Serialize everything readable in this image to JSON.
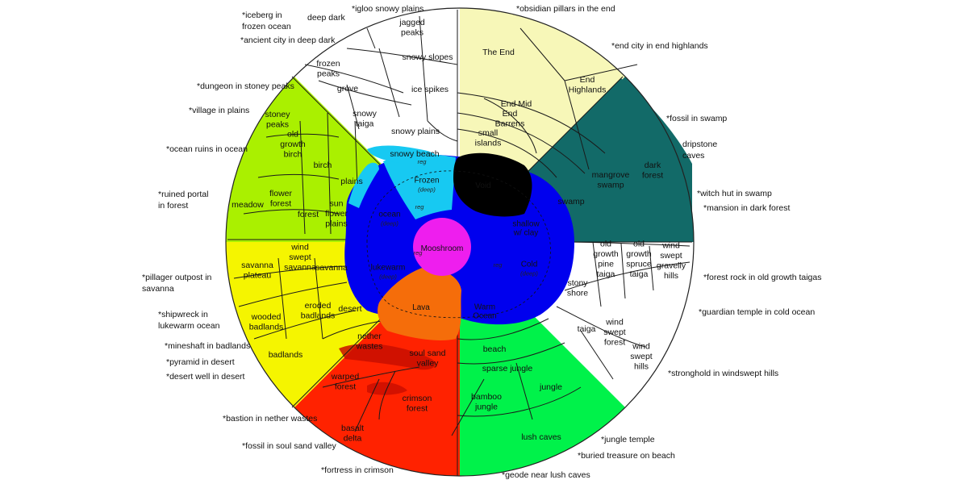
{
  "colors": {
    "end": "#f7f7b8",
    "swamp": "#126a68",
    "taiga_white": "#ffffff",
    "jungle": "#00f24a",
    "nether": "#ff2200",
    "nether_dark": "#c80e00",
    "badlands": "#f5f500",
    "plains": "#aaf000",
    "ocean_blue": "#0000ee",
    "frozen": "#17c9f2",
    "void": "#000000",
    "mooshroom": "#ee1eee",
    "lava": "#f56d0a"
  },
  "sectors": [
    {
      "id": "end",
      "color_key": "end",
      "a1": 0,
      "a2": 45
    },
    {
      "id": "swamp",
      "color_key": "swamp",
      "a1": 45,
      "a2": 90
    },
    {
      "id": "taiga",
      "color_key": "taiga_white",
      "a1": 90,
      "a2": 135
    },
    {
      "id": "jungle",
      "color_key": "jungle",
      "a1": 135,
      "a2": 180
    },
    {
      "id": "nether",
      "color_key": "nether",
      "a1": 180,
      "a2": 225
    },
    {
      "id": "badlands",
      "color_key": "badlands",
      "a1": 225,
      "a2": 270
    },
    {
      "id": "plains",
      "color_key": "plains",
      "a1": 270,
      "a2": 315
    },
    {
      "id": "snowy",
      "color_key": "taiga_white",
      "a1": 315,
      "a2": 360
    }
  ],
  "biomes": [
    {
      "id": "the-end",
      "lines": [
        "The End"
      ]
    },
    {
      "id": "end-highlands",
      "lines": [
        "End",
        "Highlands"
      ]
    },
    {
      "id": "end-midlands",
      "lines": [
        "End Mid"
      ]
    },
    {
      "id": "end-barrens",
      "lines": [
        "End",
        "Barrens"
      ]
    },
    {
      "id": "small-islands",
      "lines": [
        "small",
        "islands"
      ]
    },
    {
      "id": "dark-forest",
      "lines": [
        "dark",
        "forest"
      ]
    },
    {
      "id": "mangrove-swamp",
      "lines": [
        "mangrove",
        "swamp"
      ]
    },
    {
      "id": "swamp",
      "lines": [
        "swamp"
      ]
    },
    {
      "id": "old-growth-pine-taiga",
      "lines": [
        "old",
        "growth",
        "pine",
        "taiga"
      ]
    },
    {
      "id": "old-growth-spruce-taiga",
      "lines": [
        "old",
        "growth",
        "spruce",
        "taiga"
      ]
    },
    {
      "id": "windswept-gravelly-hills",
      "lines": [
        "wind",
        "swept",
        "gravelly",
        "hills"
      ]
    },
    {
      "id": "stony-shore",
      "lines": [
        "stony",
        "shore"
      ]
    },
    {
      "id": "taiga",
      "lines": [
        "taiga"
      ]
    },
    {
      "id": "windswept-forest",
      "lines": [
        "wind",
        "swept",
        "forest"
      ]
    },
    {
      "id": "windswept-hills",
      "lines": [
        "wind",
        "swept",
        "hills"
      ]
    },
    {
      "id": "beach",
      "lines": [
        "beach"
      ]
    },
    {
      "id": "sparse-jungle",
      "lines": [
        "sparse jungle"
      ]
    },
    {
      "id": "jungle",
      "lines": [
        "jungle"
      ]
    },
    {
      "id": "bamboo-jungle",
      "lines": [
        "bamboo",
        "jungle"
      ]
    },
    {
      "id": "lush-caves",
      "lines": [
        "lush caves"
      ]
    },
    {
      "id": "nether-wastes",
      "lines": [
        "nether",
        "wastes"
      ]
    },
    {
      "id": "soul-sand-valley",
      "lines": [
        "soul sand",
        "valley"
      ]
    },
    {
      "id": "warped-forest",
      "lines": [
        "warped",
        "forest"
      ]
    },
    {
      "id": "crimson-forest",
      "lines": [
        "crimson",
        "forest"
      ]
    },
    {
      "id": "basalt-delta",
      "lines": [
        "basalt",
        "delta"
      ]
    },
    {
      "id": "savanna-plateau",
      "lines": [
        "savanna",
        "plateau"
      ]
    },
    {
      "id": "windswept-savanna",
      "lines": [
        "wind",
        "swept",
        "savanna"
      ]
    },
    {
      "id": "savanna",
      "lines": [
        "savanna"
      ]
    },
    {
      "id": "wooded-badlands",
      "lines": [
        "wooded",
        "badlands"
      ]
    },
    {
      "id": "eroded-badlands",
      "lines": [
        "eroded",
        "badlands"
      ]
    },
    {
      "id": "desert",
      "lines": [
        "desert"
      ]
    },
    {
      "id": "badlands",
      "lines": [
        "badlands"
      ]
    },
    {
      "id": "stoney-peaks",
      "lines": [
        "stoney",
        "peaks"
      ]
    },
    {
      "id": "old-growth-birch",
      "lines": [
        "old",
        "growth",
        "birch"
      ]
    },
    {
      "id": "birch",
      "lines": [
        "birch"
      ]
    },
    {
      "id": "plains",
      "lines": [
        "plains"
      ]
    },
    {
      "id": "meadow",
      "lines": [
        "meadow"
      ]
    },
    {
      "id": "flower-forest",
      "lines": [
        "flower",
        "forest"
      ]
    },
    {
      "id": "forest",
      "lines": [
        "forest"
      ]
    },
    {
      "id": "sunflower-plains",
      "lines": [
        "sun",
        "flower",
        "plains"
      ]
    },
    {
      "id": "jagged-peaks",
      "lines": [
        "jagged",
        "peaks"
      ]
    },
    {
      "id": "snowy-slopes",
      "lines": [
        "snowy slopes"
      ]
    },
    {
      "id": "frozen-peaks",
      "lines": [
        "frozen",
        "peaks"
      ]
    },
    {
      "id": "grove",
      "lines": [
        "grove"
      ]
    },
    {
      "id": "ice-spikes",
      "lines": [
        "ice spikes"
      ]
    },
    {
      "id": "snowy-taiga",
      "lines": [
        "snowy",
        "taiga"
      ]
    },
    {
      "id": "snowy-plains",
      "lines": [
        "snowy plains"
      ]
    },
    {
      "id": "snowy-beach",
      "lines": [
        "snowy beach"
      ]
    }
  ],
  "core": {
    "frozen": {
      "lines": [
        "Frozen",
        "(deep)"
      ],
      "small": [
        "reg"
      ]
    },
    "void": {
      "lines": [
        "Void"
      ]
    },
    "ocean": {
      "lines": [
        "ocean",
        "(deep)"
      ],
      "small": [
        "reg"
      ]
    },
    "shallow": {
      "lines": [
        "shallow",
        "w/ clay"
      ]
    },
    "mooshroom": {
      "lines": [
        "Mooshroom"
      ]
    },
    "lukewarm": {
      "lines": [
        "lukewarm",
        "(deep)"
      ],
      "small": [
        "reg"
      ]
    },
    "cold": {
      "lines": [
        "Cold",
        "(deep)"
      ],
      "small": [
        "reg"
      ]
    },
    "lava": {
      "lines": [
        "Lava"
      ]
    },
    "warm_ocean": {
      "lines": [
        "Warm",
        "Ocean"
      ]
    }
  },
  "notes": [
    {
      "id": "note-iceberg",
      "lines": [
        "*iceberg in",
        " frozen ocean"
      ]
    },
    {
      "id": "note-deep-dark",
      "lines": [
        "deep dark"
      ]
    },
    {
      "id": "note-igloo",
      "lines": [
        "*igloo snowy plains"
      ]
    },
    {
      "id": "note-ancient-city",
      "lines": [
        "*ancient city in deep dark"
      ]
    },
    {
      "id": "note-obsidian",
      "lines": [
        "*obsidian pillars in the end"
      ]
    },
    {
      "id": "note-end-city",
      "lines": [
        "*end city in end highlands"
      ]
    },
    {
      "id": "note-dungeon",
      "lines": [
        "*dungeon in stoney peaks"
      ]
    },
    {
      "id": "note-village",
      "lines": [
        "*village in plains"
      ]
    },
    {
      "id": "note-fossil-swamp",
      "lines": [
        "*fossil in swamp"
      ]
    },
    {
      "id": "note-dripstone",
      "lines": [
        "dripstone",
        "caves"
      ]
    },
    {
      "id": "note-ocean-ruins",
      "lines": [
        "*ocean ruins in ocean"
      ]
    },
    {
      "id": "note-ruined-portal",
      "lines": [
        "*ruined portal",
        "in forest"
      ]
    },
    {
      "id": "note-witch-hut",
      "lines": [
        "*witch hut in swamp"
      ]
    },
    {
      "id": "note-mansion",
      "lines": [
        "*mansion in dark forest"
      ]
    },
    {
      "id": "note-pillager",
      "lines": [
        "*pillager outpost in",
        "savanna"
      ]
    },
    {
      "id": "note-forest-rock",
      "lines": [
        "*forest rock in old growth taigas"
      ]
    },
    {
      "id": "note-shipwreck",
      "lines": [
        "*shipwreck in",
        "lukewarm ocean"
      ]
    },
    {
      "id": "note-guardian",
      "lines": [
        "*guardian temple in cold ocean"
      ]
    },
    {
      "id": "note-mineshaft",
      "lines": [
        "*mineshaft in badlands"
      ]
    },
    {
      "id": "note-pyramid",
      "lines": [
        "*pyramid in desert"
      ]
    },
    {
      "id": "note-desert-well",
      "lines": [
        "*desert well in desert"
      ]
    },
    {
      "id": "note-stronghold",
      "lines": [
        "*stronghold in windswept hills"
      ]
    },
    {
      "id": "note-bastion",
      "lines": [
        "*bastion in nether wastes"
      ]
    },
    {
      "id": "note-jungle-temple",
      "lines": [
        "*jungle temple"
      ]
    },
    {
      "id": "note-fossil-soul",
      "lines": [
        "*fossil in soul sand valley"
      ]
    },
    {
      "id": "note-buried-treasure",
      "lines": [
        "*buried treasure on beach"
      ]
    },
    {
      "id": "note-fortress",
      "lines": [
        "*fortress in crimson"
      ]
    },
    {
      "id": "note-geode",
      "lines": [
        "*geode near lush caves"
      ]
    }
  ]
}
